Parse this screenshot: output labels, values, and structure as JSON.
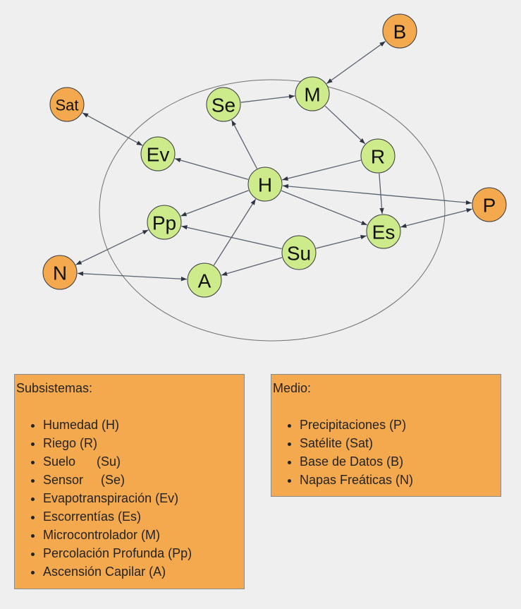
{
  "diagram": {
    "nodes": [
      {
        "id": "B",
        "label": "B",
        "group": "medio"
      },
      {
        "id": "Sat",
        "label": "Sat",
        "group": "medio"
      },
      {
        "id": "P",
        "label": "P",
        "group": "medio"
      },
      {
        "id": "N",
        "label": "N",
        "group": "medio"
      },
      {
        "id": "M",
        "label": "M",
        "group": "subsistema"
      },
      {
        "id": "Se",
        "label": "Se",
        "group": "subsistema"
      },
      {
        "id": "Ev",
        "label": "Ev",
        "group": "subsistema"
      },
      {
        "id": "R",
        "label": "R",
        "group": "subsistema"
      },
      {
        "id": "H",
        "label": "H",
        "group": "subsistema"
      },
      {
        "id": "Pp",
        "label": "Pp",
        "group": "subsistema"
      },
      {
        "id": "Es",
        "label": "Es",
        "group": "subsistema"
      },
      {
        "id": "Su",
        "label": "Su",
        "group": "subsistema"
      },
      {
        "id": "A",
        "label": "A",
        "group": "subsistema"
      }
    ],
    "edges": [
      {
        "from": "M",
        "to": "B",
        "bidirectional": true
      },
      {
        "from": "Se",
        "to": "M",
        "bidirectional": false
      },
      {
        "from": "M",
        "to": "R",
        "bidirectional": false
      },
      {
        "from": "Sat",
        "to": "Ev",
        "bidirectional": true
      },
      {
        "from": "H",
        "to": "Se",
        "bidirectional": false
      },
      {
        "from": "H",
        "to": "Ev",
        "bidirectional": false
      },
      {
        "from": "R",
        "to": "H",
        "bidirectional": false
      },
      {
        "from": "R",
        "to": "Es",
        "bidirectional": false
      },
      {
        "from": "H",
        "to": "P",
        "bidirectional": true
      },
      {
        "from": "H",
        "to": "Pp",
        "bidirectional": false
      },
      {
        "from": "H",
        "to": "Es",
        "bidirectional": false
      },
      {
        "from": "Es",
        "to": "P",
        "bidirectional": true
      },
      {
        "from": "Su",
        "to": "Pp",
        "bidirectional": false
      },
      {
        "from": "Su",
        "to": "Es",
        "bidirectional": false
      },
      {
        "from": "Su",
        "to": "A",
        "bidirectional": false
      },
      {
        "from": "A",
        "to": "H",
        "bidirectional": false
      },
      {
        "from": "N",
        "to": "Pp",
        "bidirectional": true
      },
      {
        "from": "N",
        "to": "A",
        "bidirectional": true
      }
    ],
    "colors": {
      "subsistema_fill": "#cdeb8b",
      "medio_fill": "#f5a94e",
      "node_stroke": "#36393d",
      "edge": "#5a6270",
      "boundary": "#707070"
    }
  },
  "legend": {
    "subsistemas": {
      "title": "Subsistemas:",
      "items": [
        "Humedad (H)",
        "Riego (R)",
        "Suelo      (Su)",
        "Sensor     (Se)",
        "Evapotranspiración (Ev)",
        "Escorrentías (Es)",
        "Microcontrolador (M)",
        "Percolación Profunda (Pp)",
        "Ascensión Capilar (A)"
      ]
    },
    "medio": {
      "title": "Medio:",
      "items": [
        "Precipitaciones (P)",
        "Satélite (Sat)",
        "Base de Datos (B)",
        "Napas Freáticas (N)"
      ]
    },
    "colors": {
      "box_fill": "#f5a94e",
      "box_border": "#8a8a8a"
    }
  }
}
